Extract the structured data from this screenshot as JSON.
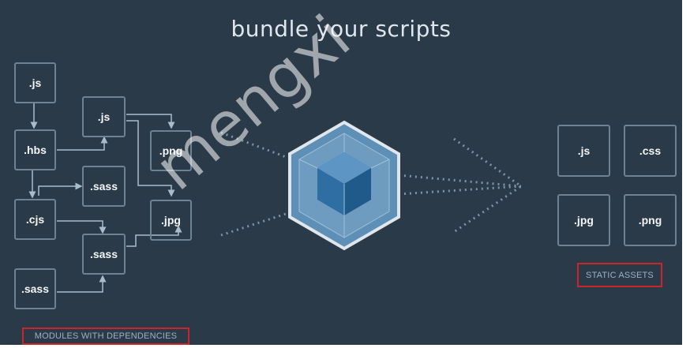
{
  "header": {
    "title": "bundle your scripts"
  },
  "modules": [
    {
      "id": "m1",
      "label": ".js"
    },
    {
      "id": "m2",
      "label": ".hbs"
    },
    {
      "id": "m3",
      "label": ".cjs"
    },
    {
      "id": "m4",
      "label": ".sass"
    },
    {
      "id": "m5",
      "label": ".js"
    },
    {
      "id": "m6",
      "label": ".sass"
    },
    {
      "id": "m7",
      "label": ".sass"
    },
    {
      "id": "m8",
      "label": ".png"
    },
    {
      "id": "m9",
      "label": ".jpg"
    }
  ],
  "assets": [
    {
      "id": "a1",
      "label": ".js"
    },
    {
      "id": "a2",
      "label": ".css"
    },
    {
      "id": "a3",
      "label": ".jpg"
    },
    {
      "id": "a4",
      "label": ".png"
    }
  ],
  "captions": {
    "modules": "MODULES WITH DEPENDENCIES",
    "assets": "STATIC ASSETS"
  },
  "watermark": "mengxi",
  "colors": {
    "background": "#2b3a48",
    "node_border": "#6d8293",
    "caption_border": "#c8262b",
    "cube_outer": "#7ba5c6",
    "cube_inner": "#2e6ea2"
  },
  "icons": {
    "center": "webpack-cube-icon"
  }
}
